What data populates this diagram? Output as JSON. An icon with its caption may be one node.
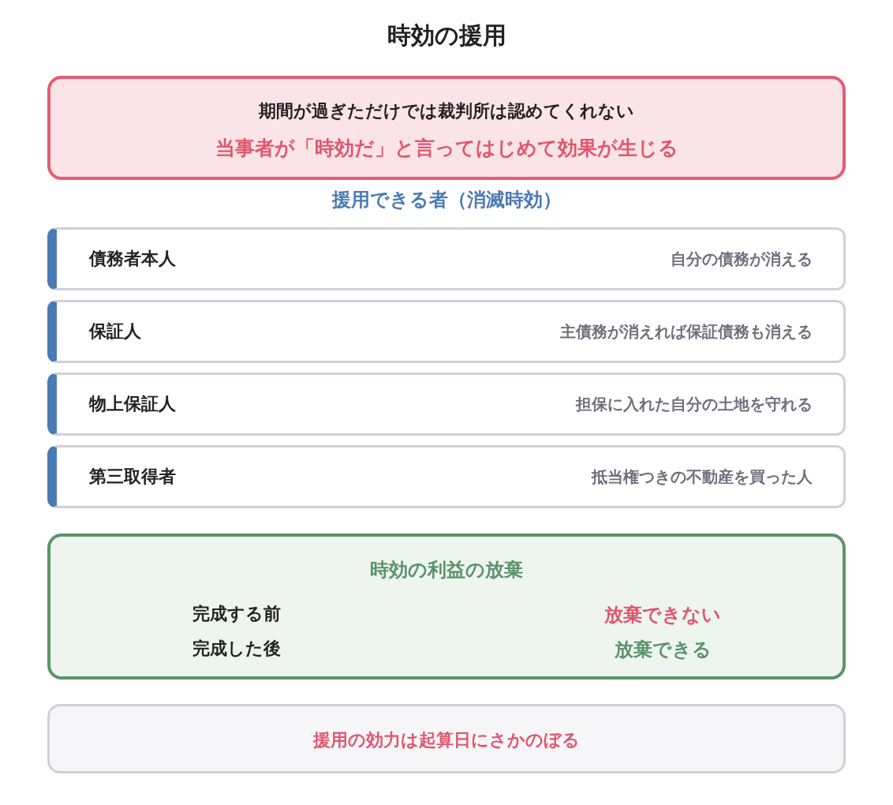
{
  "diagram": {
    "title": "時効の援用",
    "nodes": [
      {
        "text": [
          "期間が過ぎただけでは裁判所は認めてくれない",
          "当事者が「時効だ」と言ってはじめて効果が生じる"
        ]
      },
      {
        "text": [
          "債務者本人",
          "自分の債務が消える"
        ]
      },
      {
        "text": [
          "保証人",
          "主債務が消えれば保証債務も消える"
        ]
      },
      {
        "text": [
          "物上保証人",
          "担保に入れた自分の土地を守れる"
        ]
      },
      {
        "text": [
          "第三取得者",
          "抵当権つきの不動産を買った人"
        ]
      },
      {
        "text": [
          "時効の利益の放棄",
          "完成する前",
          "放棄できない",
          "完成した後",
          "放棄できる"
        ]
      },
      {
        "text": [
          "援用の効力は起算日にさかのぼる"
        ]
      }
    ],
    "labels": [
      "援用できる者（消滅時効）"
    ]
  }
}
